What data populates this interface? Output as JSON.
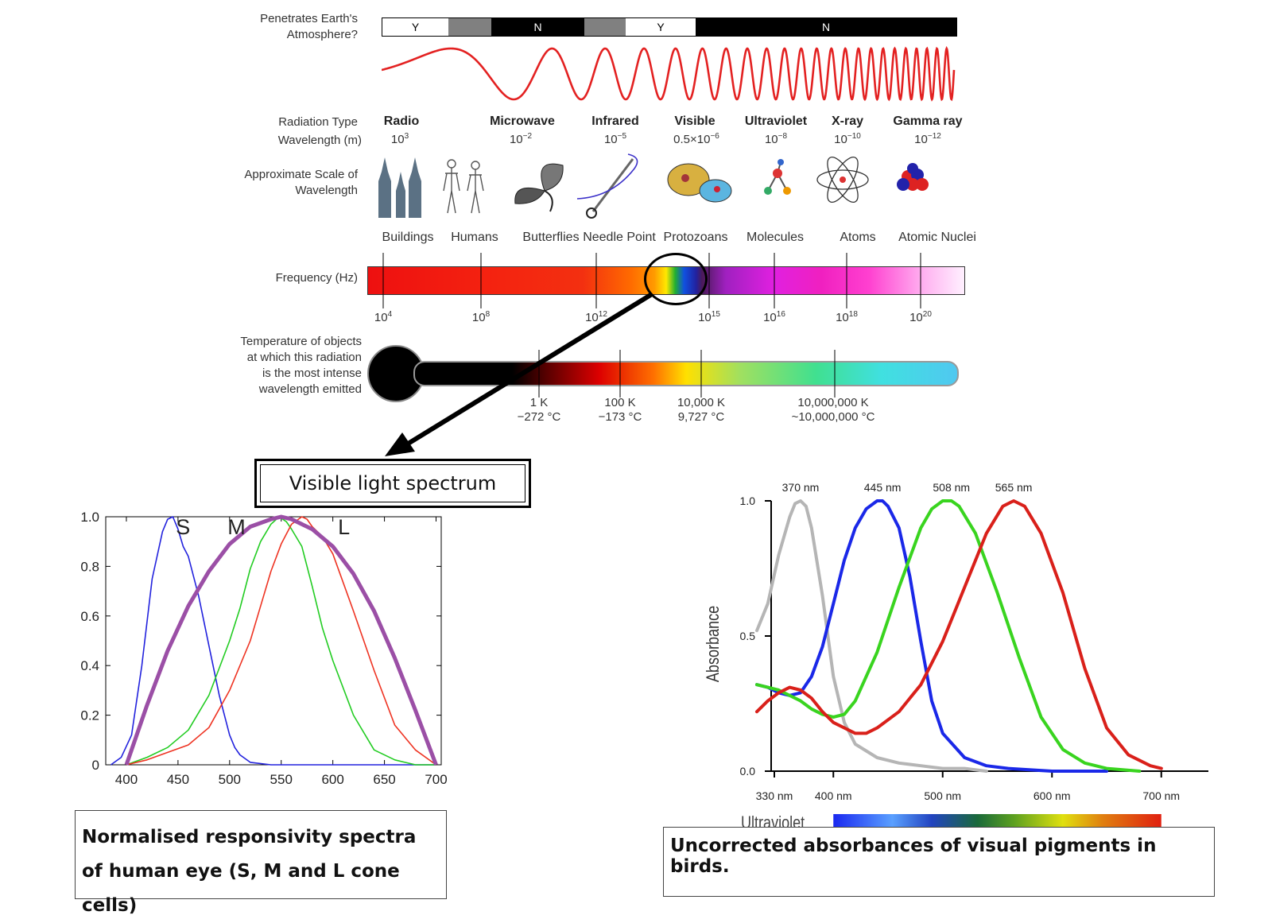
{
  "atmosphere": {
    "label": "Penetrates Earth's Atmosphere?",
    "segments": [
      "Y",
      "N",
      "Y",
      "N"
    ]
  },
  "row_labels": {
    "radiation_type": "Radiation Type",
    "wavelength": "Wavelength (m)",
    "scale": "Approximate Scale of Wavelength",
    "frequency": "Frequency (Hz)",
    "temperature": "Temperature of objects at which this radiation is the most intense wavelength emitted"
  },
  "radiation_types": [
    {
      "name": "Radio",
      "wave_base": "10",
      "wave_exp": "3"
    },
    {
      "name": "Microwave",
      "wave_base": "10",
      "wave_exp": "−2"
    },
    {
      "name": "Infrared",
      "wave_base": "10",
      "wave_exp": "−5"
    },
    {
      "name": "Visible",
      "wave_base": "0.5×10",
      "wave_exp": "−6"
    },
    {
      "name": "Ultraviolet",
      "wave_base": "10",
      "wave_exp": "−8"
    },
    {
      "name": "X-ray",
      "wave_base": "10",
      "wave_exp": "−10"
    },
    {
      "name": "Gamma ray",
      "wave_base": "10",
      "wave_exp": "−12"
    }
  ],
  "scale_objects": [
    "Buildings",
    "Humans",
    "Butterflies",
    "Needle Point",
    "Protozoans",
    "Molecules",
    "Atoms",
    "Atomic Nuclei"
  ],
  "frequency_ticks": [
    {
      "base": "10",
      "exp": "4"
    },
    {
      "base": "10",
      "exp": "8"
    },
    {
      "base": "10",
      "exp": "12"
    },
    {
      "base": "10",
      "exp": "15"
    },
    {
      "base": "10",
      "exp": "16"
    },
    {
      "base": "10",
      "exp": "18"
    },
    {
      "base": "10",
      "exp": "20"
    }
  ],
  "temperature_ticks": [
    {
      "k": "1 K",
      "c": "−272 °C"
    },
    {
      "k": "100 K",
      "c": "−173 °C"
    },
    {
      "k": "10,000 K",
      "c": "9,727 °C"
    },
    {
      "k": "10,000,000 K",
      "c": "~10,000,000 °C"
    }
  ],
  "visible_callout": "Visible light spectrum",
  "captions": {
    "human": "Normalised responsivity spectra of human eye (S, M  and L cone cells)",
    "bird": "Uncorrected absorbances of visual pigments in birds."
  },
  "chart_data": [
    {
      "type": "line",
      "series_labels": [
        "S",
        "M",
        "L"
      ],
      "xlim": [
        380,
        705
      ],
      "ylim": [
        0,
        1.0
      ],
      "xticks": [
        400,
        450,
        500,
        550,
        600,
        650,
        700
      ],
      "yticks": [
        "0",
        "0.2",
        "0.4",
        "0.6",
        "0.8",
        "1.0"
      ],
      "series": [
        {
          "name": "S",
          "color": "#2222dd",
          "x": [
            385,
            395,
            405,
            415,
            425,
            435,
            440,
            445,
            450,
            455,
            460,
            470,
            480,
            490,
            500,
            505,
            510,
            520,
            540,
            560,
            600,
            700
          ],
          "y": [
            0,
            0.03,
            0.12,
            0.4,
            0.75,
            0.94,
            0.99,
            1.0,
            0.95,
            0.88,
            0.84,
            0.68,
            0.48,
            0.28,
            0.12,
            0.07,
            0.04,
            0.01,
            0,
            0,
            0,
            0
          ]
        },
        {
          "name": "M",
          "color": "#22cc22",
          "x": [
            400,
            420,
            440,
            460,
            480,
            500,
            510,
            520,
            530,
            540,
            548,
            555,
            560,
            570,
            580,
            590,
            600,
            620,
            640,
            660,
            680,
            700
          ],
          "y": [
            0,
            0.03,
            0.07,
            0.14,
            0.28,
            0.5,
            0.63,
            0.79,
            0.9,
            0.97,
            1.0,
            0.98,
            0.95,
            0.88,
            0.72,
            0.55,
            0.42,
            0.2,
            0.06,
            0.02,
            0,
            0
          ]
        },
        {
          "name": "L",
          "color": "#ee3322",
          "x": [
            400,
            420,
            440,
            460,
            480,
            500,
            520,
            530,
            540,
            550,
            560,
            570,
            575,
            580,
            590,
            600,
            620,
            640,
            660,
            680,
            700
          ],
          "y": [
            0,
            0.02,
            0.05,
            0.08,
            0.15,
            0.3,
            0.5,
            0.64,
            0.78,
            0.89,
            0.97,
            1.0,
            0.99,
            0.96,
            0.92,
            0.85,
            0.62,
            0.38,
            0.16,
            0.06,
            0
          ]
        },
        {
          "name": "",
          "color": "#9b4fa6",
          "x": [
            400,
            420,
            440,
            460,
            480,
            500,
            520,
            540,
            550,
            560,
            580,
            600,
            620,
            640,
            660,
            680,
            700
          ],
          "y": [
            0,
            0.24,
            0.46,
            0.64,
            0.78,
            0.89,
            0.96,
            0.99,
            1.0,
            0.99,
            0.95,
            0.88,
            0.77,
            0.62,
            0.43,
            0.22,
            0
          ]
        }
      ]
    },
    {
      "type": "line",
      "ylabel": "Absorbance",
      "xlim": [
        330,
        730
      ],
      "ylim": [
        0,
        1.0
      ],
      "xticks": [
        "330 nm",
        "400 nm",
        "500 nm",
        "600 nm",
        "700 nm"
      ],
      "xtick_values": [
        330,
        400,
        500,
        600,
        700
      ],
      "yticks": [
        "0.0",
        "0.5",
        "1.0"
      ],
      "peak_labels": [
        "370 nm",
        "445 nm",
        "508 nm",
        "565 nm"
      ],
      "peak_values": [
        370,
        445,
        508,
        565
      ],
      "spectrum_bar_label": "Ultraviolet",
      "series": [
        {
          "name": "370 nm",
          "color": "#b5b5b5",
          "x": [
            330,
            340,
            350,
            360,
            365,
            370,
            375,
            380,
            390,
            400,
            410,
            420,
            440,
            460,
            480,
            500,
            520,
            540
          ],
          "y": [
            0.52,
            0.62,
            0.8,
            0.94,
            0.99,
            1.0,
            0.98,
            0.9,
            0.65,
            0.35,
            0.18,
            0.1,
            0.05,
            0.03,
            0.02,
            0.01,
            0.01,
            0
          ]
        },
        {
          "name": "445 nm",
          "color": "#1a28e8",
          "x": [
            330,
            340,
            350,
            360,
            370,
            380,
            390,
            400,
            410,
            420,
            430,
            440,
            445,
            450,
            460,
            470,
            480,
            490,
            500,
            520,
            540,
            560,
            600,
            650
          ],
          "y": [
            0.32,
            0.31,
            0.29,
            0.28,
            0.29,
            0.35,
            0.46,
            0.62,
            0.78,
            0.9,
            0.97,
            1.0,
            1.0,
            0.98,
            0.9,
            0.72,
            0.48,
            0.26,
            0.14,
            0.05,
            0.02,
            0.01,
            0,
            0
          ]
        },
        {
          "name": "508 nm",
          "color": "#39d41f",
          "x": [
            330,
            340,
            350,
            360,
            370,
            380,
            390,
            400,
            410,
            420,
            440,
            460,
            480,
            490,
            500,
            508,
            515,
            530,
            550,
            570,
            590,
            610,
            630,
            650,
            680
          ],
          "y": [
            0.32,
            0.31,
            0.3,
            0.28,
            0.26,
            0.23,
            0.21,
            0.2,
            0.21,
            0.26,
            0.44,
            0.68,
            0.9,
            0.97,
            1.0,
            1.0,
            0.98,
            0.88,
            0.66,
            0.42,
            0.2,
            0.08,
            0.03,
            0.01,
            0
          ]
        },
        {
          "name": "565 nm",
          "color": "#d9201a",
          "x": [
            330,
            340,
            350,
            360,
            370,
            380,
            390,
            400,
            410,
            420,
            430,
            440,
            460,
            480,
            500,
            520,
            540,
            555,
            565,
            575,
            590,
            610,
            630,
            650,
            670,
            690,
            700
          ],
          "y": [
            0.22,
            0.26,
            0.29,
            0.31,
            0.3,
            0.27,
            0.22,
            0.18,
            0.16,
            0.14,
            0.14,
            0.16,
            0.22,
            0.32,
            0.48,
            0.68,
            0.88,
            0.98,
            1.0,
            0.98,
            0.88,
            0.66,
            0.38,
            0.16,
            0.06,
            0.02,
            0.01
          ]
        }
      ]
    }
  ]
}
